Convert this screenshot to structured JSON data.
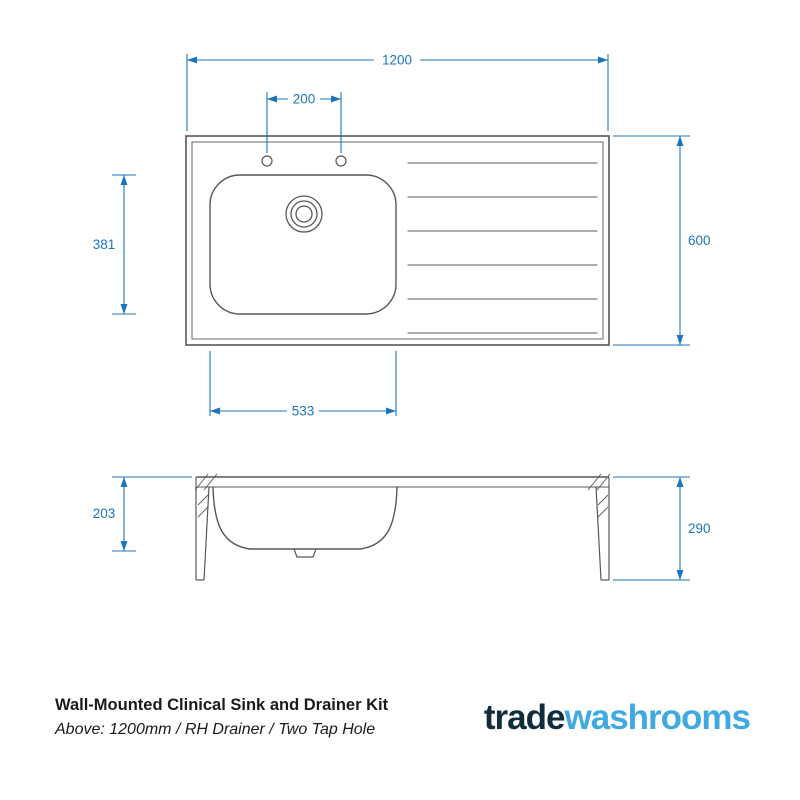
{
  "colors": {
    "dim": "#1C75BC",
    "line": "#54585C",
    "text": "#1A1A1A",
    "logo-trade": "#122B3D",
    "logo-washrooms": "#3FA9E1"
  },
  "top_view": {
    "dims": {
      "overall_width": "1200",
      "tap_spacing": "200",
      "bowl_depth": "381",
      "overall_depth": "600",
      "bowl_width": "533"
    }
  },
  "side_view": {
    "dims": {
      "bowl_height": "203",
      "overall_height": "290"
    }
  },
  "footer": {
    "title": "Wall-Mounted Clinical Sink and Drainer Kit",
    "subtitle": "Above: 1200mm / RH Drainer / Two Tap Hole"
  },
  "logo": {
    "trade": "trade",
    "washrooms": "washrooms"
  }
}
